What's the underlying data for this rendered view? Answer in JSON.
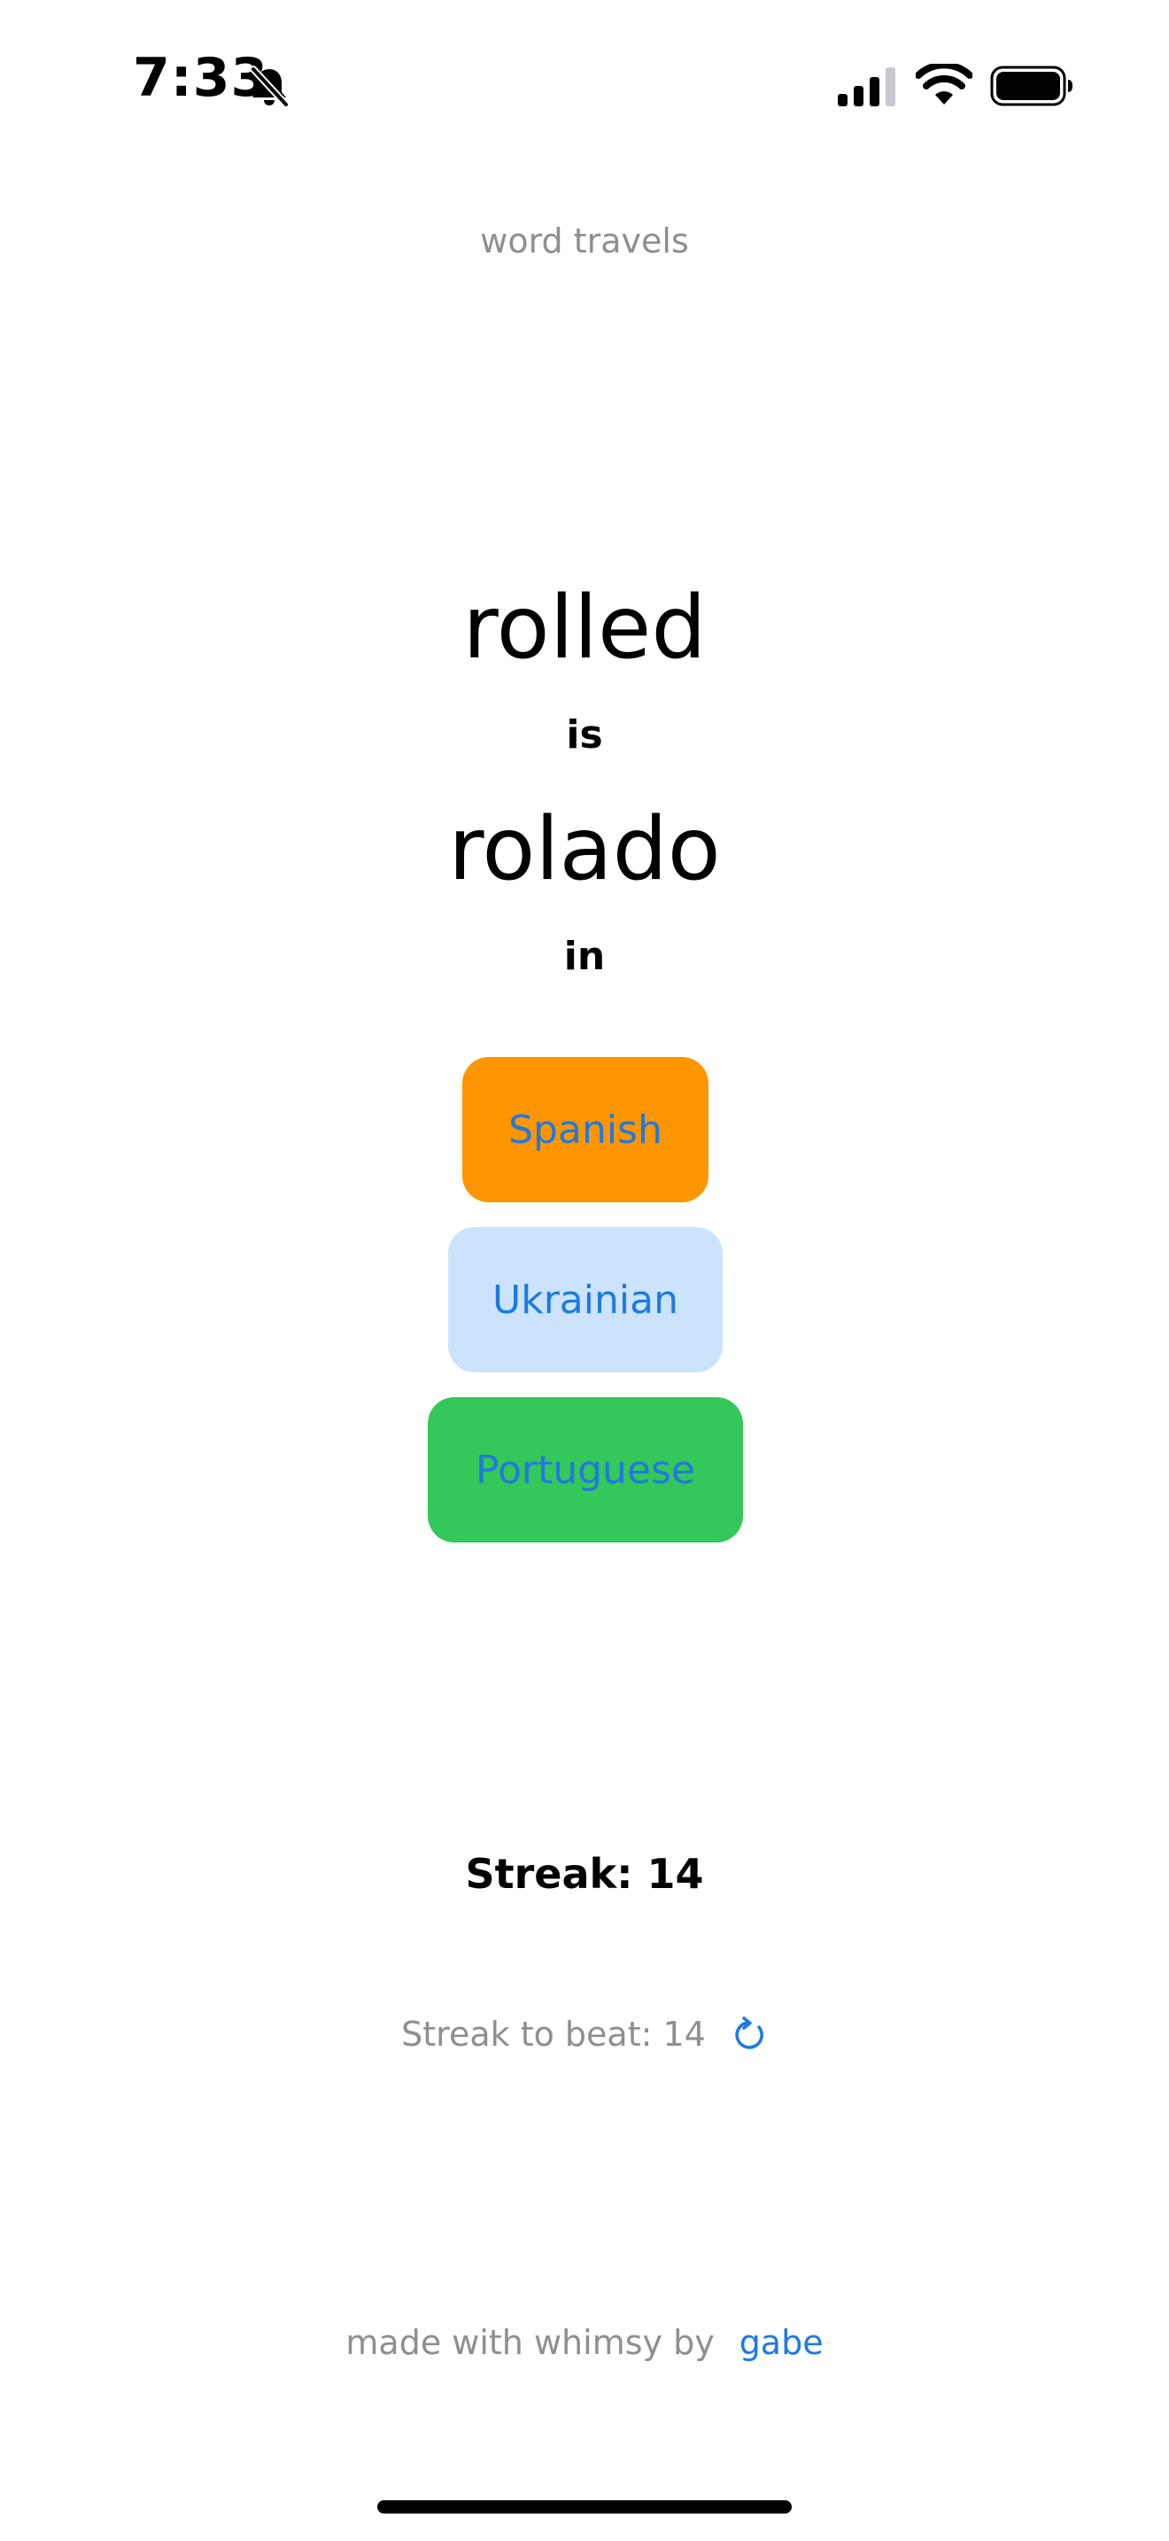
{
  "status_bar": {
    "time": "7:33",
    "icons": [
      "bell-slash-icon",
      "cellular-signal-icon",
      "wifi-icon",
      "battery-icon"
    ]
  },
  "header": {
    "title": "word travels"
  },
  "phrase": {
    "source_word": "rolled",
    "connector_is": "is",
    "target_word": "rolado",
    "connector_in": "in"
  },
  "options": [
    {
      "label": "Spanish",
      "color": "#ff9500"
    },
    {
      "label": "Ukrainian",
      "color": "#cce3fd"
    },
    {
      "label": "Portuguese",
      "color": "#34c759"
    }
  ],
  "streak": {
    "current": "Streak: 14",
    "to_beat": "Streak to beat: 14",
    "reset_icon": "refresh-icon"
  },
  "footer": {
    "text": "made with whimsy by",
    "link": "gabe"
  },
  "colors": {
    "link": "#1e7ae0",
    "muted": "#8e8e93"
  }
}
